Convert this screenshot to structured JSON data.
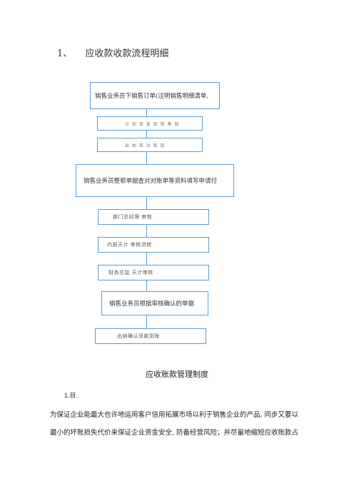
{
  "heading": {
    "number": "1、",
    "title": "应收款收款流程明细"
  },
  "flow": [
    "销售业务员下销售订单(注明销售明细清单,",
    "计 划 单 发 到 销 售 部",
    "出 纳 核 对 账 目",
    "销售业务员整顿单据查对对账单等资料填写申请付",
    "部门总经理 审核",
    "内部天计 审核流转",
    "财务总监 天计审核",
    "销售业务员根据审核确认的单据",
    "出纳确认货款到账"
  ],
  "section": {
    "title": "应收账款管理制度",
    "subtitle": "1.目.",
    "paragraph_lines": [
      "为保证企业能最大也许地运用客户信用拓展市场以利于销售企业的产品,  同步又要以",
      "最小的坏账损失代价来保证企业资金安全,  防备经营风险；并尽量地缩短应收账款占"
    ]
  }
}
